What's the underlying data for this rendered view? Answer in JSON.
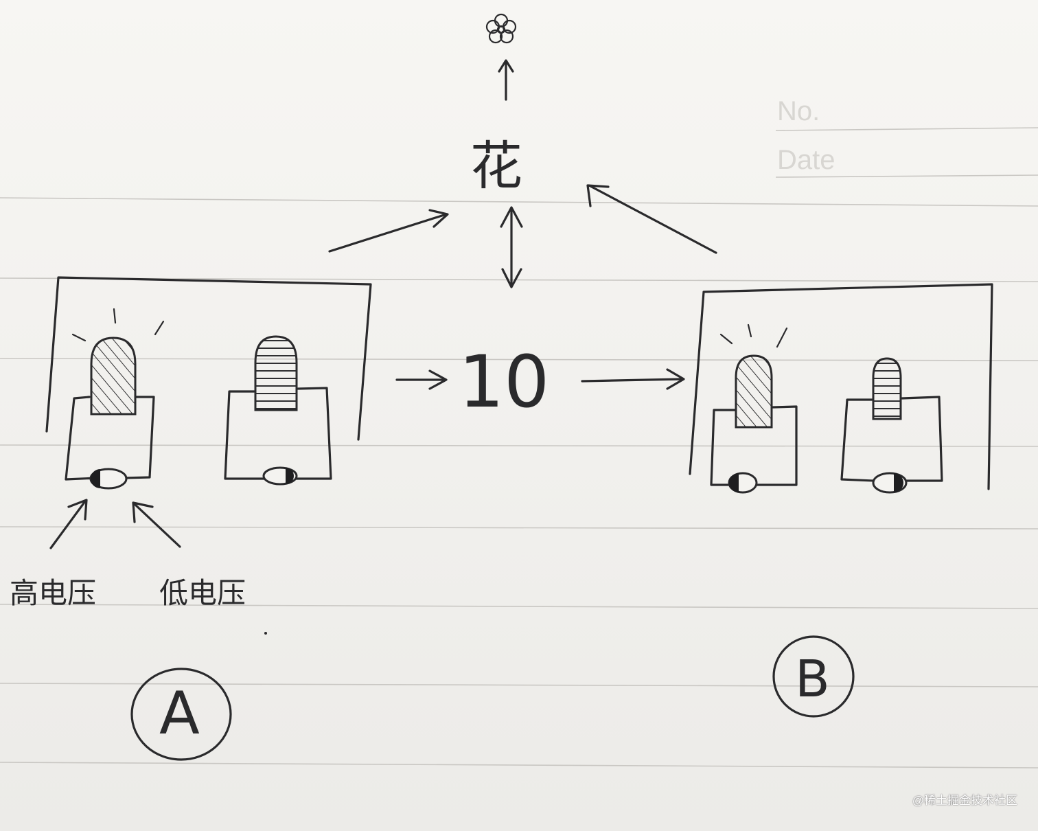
{
  "paper": {
    "no_label": "No.",
    "date_label": "Date"
  },
  "diagram": {
    "top_label": "花",
    "center_value": "10",
    "label_high": "高电压",
    "label_low": "低电压",
    "circle_a": "A",
    "circle_b": "B"
  },
  "watermark": "@稀土掘金技术社区"
}
